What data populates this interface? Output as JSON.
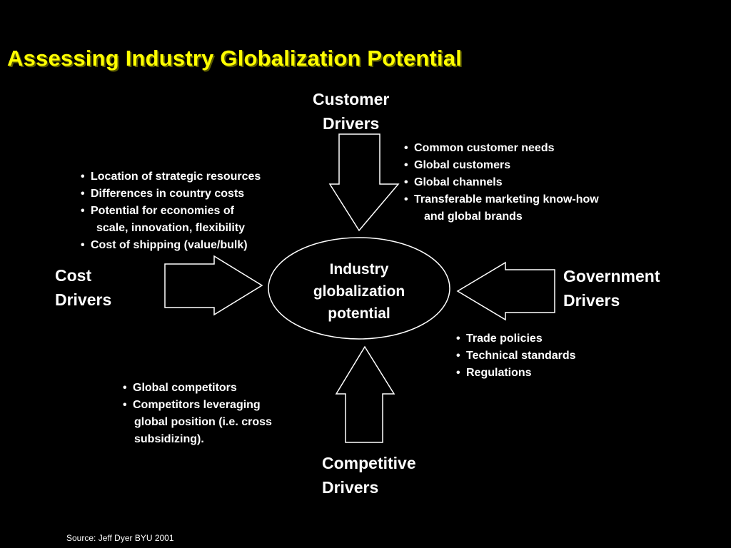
{
  "title": "Assessing Industry Globalization Potential",
  "center": {
    "line1": "Industry",
    "line2": "globalization",
    "line3": "potential"
  },
  "drivers": {
    "customer": {
      "line1": "Customer",
      "line2": "Drivers",
      "bullets": [
        "Common customer needs",
        "Global customers",
        "Global channels",
        "Transferable marketing know-how"
      ],
      "continuation": "and global brands"
    },
    "cost": {
      "line1": "Cost",
      "line2": "Drivers",
      "bullets": [
        "Location of strategic resources",
        "Differences in country costs",
        "Potential for economies of",
        "Cost of shipping (value/bulk)"
      ],
      "continuation": "scale, innovation, flexibility"
    },
    "government": {
      "line1": "Government",
      "line2": "Drivers",
      "bullets": [
        "Trade policies",
        "Technical standards",
        "Regulations"
      ]
    },
    "competitive": {
      "line1": "Competitive",
      "line2": "Drivers",
      "bullets": [
        "Global competitors",
        "Competitors leveraging"
      ],
      "continuation1": "global position (i.e. cross",
      "continuation2": "subsidizing)."
    }
  },
  "bullet_glyph": "•",
  "source": "Source: Jeff Dyer BYU 2001",
  "colors": {
    "background": "#000000",
    "title": "#ffff00",
    "text": "#ffffff",
    "arrow_fill": "#000000",
    "arrow_stroke": "#ffffff"
  }
}
